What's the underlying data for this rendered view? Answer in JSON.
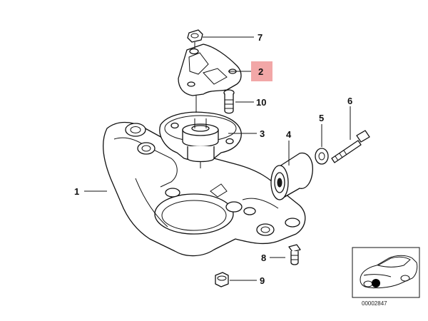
{
  "diagram": {
    "callouts": [
      {
        "id": "1",
        "label": "1"
      },
      {
        "id": "2",
        "label": "2",
        "highlighted": true
      },
      {
        "id": "3",
        "label": "3"
      },
      {
        "id": "4",
        "label": "4"
      },
      {
        "id": "5",
        "label": "5"
      },
      {
        "id": "6",
        "label": "6"
      },
      {
        "id": "7",
        "label": "7"
      },
      {
        "id": "8",
        "label": "8"
      },
      {
        "id": "9",
        "label": "9"
      },
      {
        "id": "10",
        "label": "10"
      }
    ],
    "highlight_color": "#f2a7a7",
    "reference_number": "00002847",
    "inset": {
      "marker_color": "#000000"
    }
  }
}
